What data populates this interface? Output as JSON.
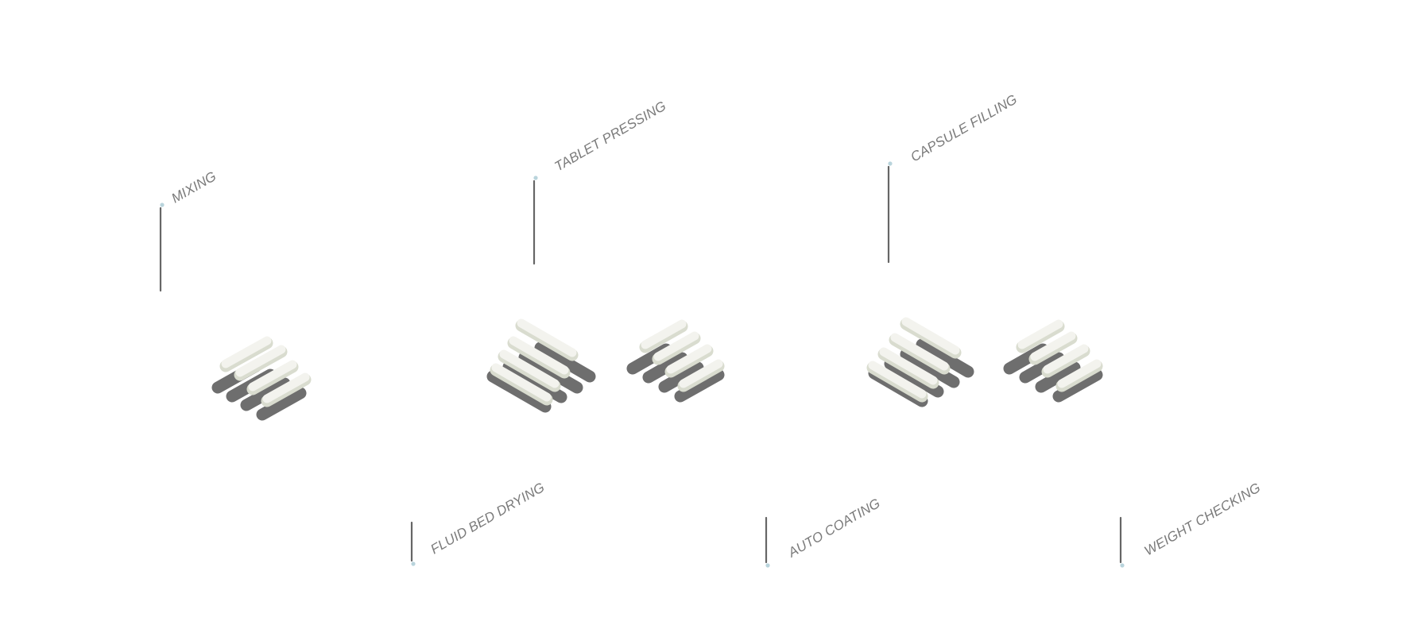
{
  "diagram": {
    "stages": [
      {
        "id": "mixing",
        "label": "MIXING"
      },
      {
        "id": "tablet-pressing",
        "label": "TABLET PRESSING"
      },
      {
        "id": "capsule-filling",
        "label": "CAPSULE FILLING"
      },
      {
        "id": "fluid-bed-drying",
        "label": "FLUID BED DRYING"
      },
      {
        "id": "auto-coating",
        "label": "AUTO COATING"
      },
      {
        "id": "weight-checking",
        "label": "WEIGHT CHECKING"
      }
    ],
    "colors": {
      "label_text": "#7a7a7a",
      "leader_line": "#666666",
      "leader_dot": "#b9d4dc",
      "bar_top": "#f3f3ee",
      "bar_face": "#d9dccf",
      "bar_shadow": "#6e6e6e",
      "background": "#ffffff"
    }
  }
}
